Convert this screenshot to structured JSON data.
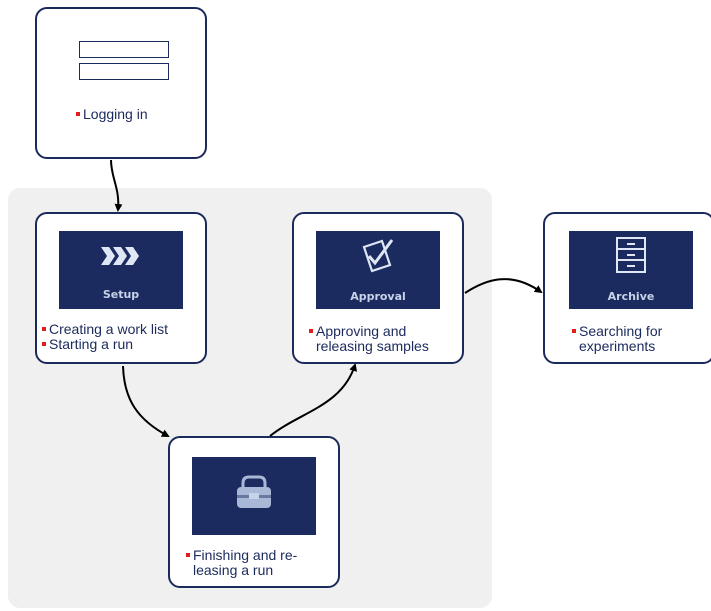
{
  "login": {
    "caption": [
      "Logging in"
    ]
  },
  "setup": {
    "tile_label": "Setup",
    "icon": "chevron-arrows-icon",
    "captions": [
      "Creating a work list",
      "Starting a run"
    ]
  },
  "finish": {
    "icon": "bag-icon",
    "caption_lines": [
      "Finishing and re-",
      "leasing a run"
    ]
  },
  "approval": {
    "tile_label": "Approval",
    "icon": "clipboard-check-icon",
    "caption_lines": [
      "Approving and",
      "releasing samples"
    ]
  },
  "archive": {
    "tile_label": "Archive",
    "icon": "cabinet-icon",
    "caption_lines": [
      "Searching for",
      "experiments"
    ]
  },
  "colors": {
    "tile": "#1b2b60",
    "border": "#1b2a5c",
    "bullet": "#e11d1d",
    "panel": "#f0f0f0"
  }
}
